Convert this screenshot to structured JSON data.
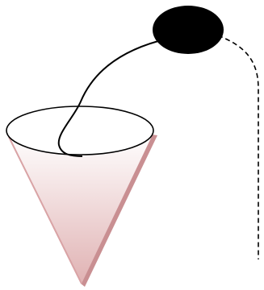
{
  "diagram": {
    "shapes": [
      {
        "id": "cone",
        "kind": "inverted-cone",
        "gradient_top": "#ffffff",
        "gradient_bottom": "#e0b2b3",
        "edge_color": "#c98f92"
      },
      {
        "id": "cone-rim",
        "kind": "ellipse",
        "fill": "#ffffff",
        "stroke": "#000000"
      },
      {
        "id": "ball",
        "kind": "filled-ellipse",
        "fill": "#000000"
      },
      {
        "id": "string",
        "kind": "solid-curve",
        "stroke": "#000000",
        "connects": [
          "ball",
          "cone-rim"
        ]
      },
      {
        "id": "tether",
        "kind": "dashed-curve",
        "stroke": "#000000",
        "connects": [
          "ball",
          "open-end"
        ]
      }
    ]
  }
}
